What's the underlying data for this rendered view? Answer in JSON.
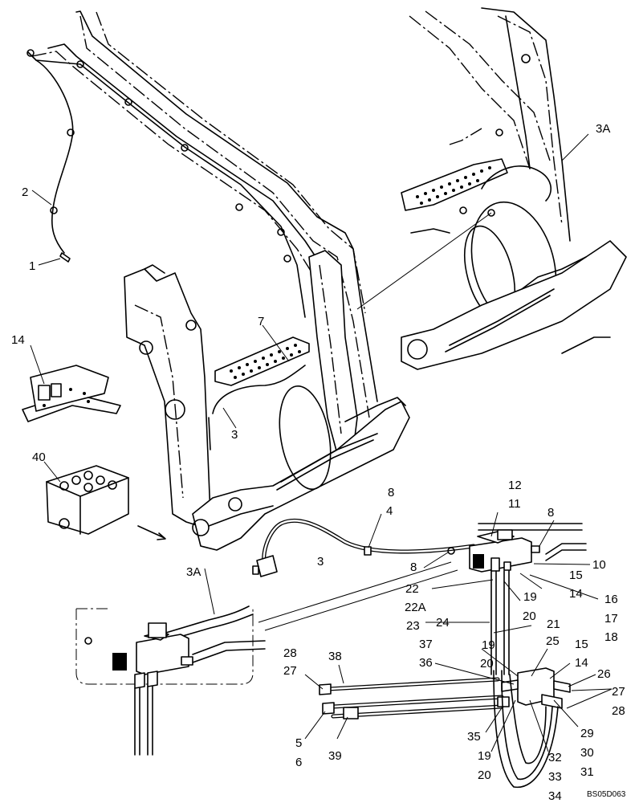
{
  "callouts": {
    "c1": "1",
    "c2": "2",
    "c3a": "3",
    "c3b": "3",
    "c3A_top": "3A",
    "c3A_detail": "3A",
    "c4": "4",
    "c7": "7",
    "c8a": "8",
    "c8b": "8",
    "c8c": "8",
    "c10": "10",
    "c11": "11",
    "c12": "12",
    "c14a": "14",
    "c14b": "14",
    "c14c": "14",
    "c15a": "15",
    "c15b": "15",
    "c16": "16",
    "c17": "17",
    "c18": "18",
    "c19a": "19",
    "c19b": "19",
    "c19c": "19",
    "c20a": "20",
    "c20b": "20",
    "c20c": "20",
    "c21": "21",
    "c22": "22",
    "c22A": "22A",
    "c23": "23",
    "c24": "24",
    "c25": "25",
    "c26": "26",
    "c27a": "27",
    "c27b": "27",
    "c28a": "28",
    "c28b": "28",
    "c29": "29",
    "c30": "30",
    "c31": "31",
    "c32": "32",
    "c33": "33",
    "c34": "34",
    "c35": "35",
    "c36": "36",
    "c37": "37",
    "c38": "38",
    "c39": "39",
    "c5": "5",
    "c6": "6",
    "c40": "40"
  },
  "reference_code": "BS05D063"
}
